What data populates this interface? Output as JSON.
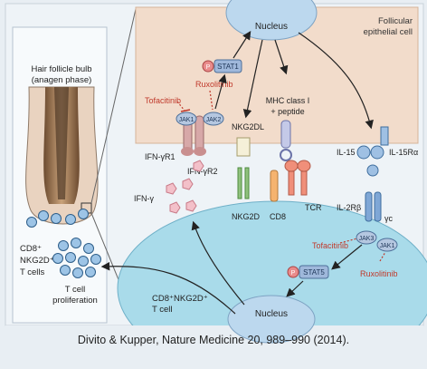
{
  "diagram": {
    "follicle_label_1": "Hair follicle bulb",
    "follicle_label_2": "(anagen phase)",
    "nucleus_top": "Nucleus",
    "epithelial_label_1": "Follicular",
    "epithelial_label_2": "epithelial cell",
    "stat1": "STAT1",
    "phospho": "P",
    "ruxolitinib": "Ruxolitinib",
    "tofacitinib": "Tofacitinib",
    "jak1": "JAK1",
    "jak2": "JAK2",
    "jak3": "JAK3",
    "ifngr1": "IFN-γR1",
    "ifngr2": "IFN-γR2",
    "nkg2dl": "NKG2DL",
    "nkg2d": "NKG2D",
    "mhc_1": "MHC class I",
    "mhc_2": "+ peptide",
    "tcr": "TCR",
    "cd8": "CD8",
    "il15": "IL-15",
    "il15ra": "IL-15Rα",
    "il2rb": "IL-2Rβ",
    "gamma_c": "γc",
    "ifng": "IFN-γ",
    "stat5": "STAT5",
    "nucleus_bottom": "Nucleus",
    "tcell_label_1": "CD8⁺NKG2D⁺",
    "tcell_label_2": "T cell",
    "left_label_1": "CD8⁺",
    "left_label_2": "NKG2D⁺",
    "left_label_3": "T cells",
    "prolif_1": "T cell",
    "prolif_2": "proliferation"
  },
  "caption": "Divito & Kupper, Nature Medicine 20, 989–990 (2014).",
  "colors": {
    "epithelial": "#f2dccb",
    "tcell": "#a9dbea",
    "receptor_blue": "#6f98c9",
    "inhibitor_red": "#c0392b",
    "ifn_pink": "#e8a3b0"
  }
}
